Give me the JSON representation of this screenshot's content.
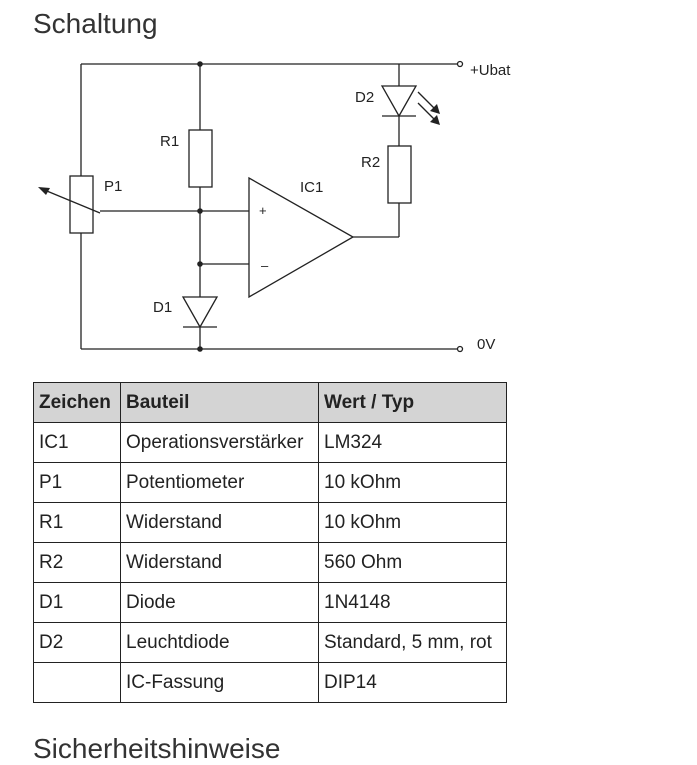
{
  "heading": "Schaltung",
  "schematic": {
    "labels": {
      "supply": "+Ubat",
      "ground": "0V",
      "p1": "P1",
      "r1": "R1",
      "r2": "R2",
      "d1": "D1",
      "d2": "D2",
      "ic1": "IC1",
      "plus": "+",
      "minus": "–"
    }
  },
  "parts_table": {
    "headers": [
      "Zeichen",
      "Bauteil",
      "Wert / Typ"
    ],
    "rows": [
      [
        "IC1",
        "Operationsverstärker",
        "LM324"
      ],
      [
        "P1",
        "Potentiometer",
        "10 kOhm"
      ],
      [
        "R1",
        "Widerstand",
        "10 kOhm"
      ],
      [
        "R2",
        "Widerstand",
        "560 Ohm"
      ],
      [
        "D1",
        "Diode",
        "1N4148"
      ],
      [
        "D2",
        "Leuchtdiode",
        "Standard, 5 mm, rot"
      ],
      [
        "",
        "IC-Fassung",
        "DIP14"
      ]
    ]
  },
  "next_heading": "Sicherheitshinweise"
}
